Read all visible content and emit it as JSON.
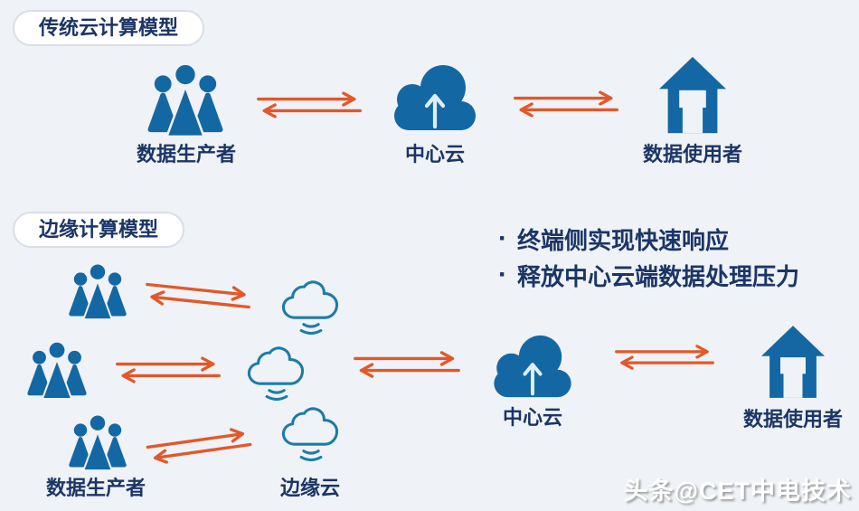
{
  "colors": {
    "bg": "#EFF2F6",
    "blue": "#1368A4",
    "navy": "#1B3566",
    "orange": "#E2582A",
    "teal": "#1C7CA6",
    "cloudarrow": "#DCEFFA",
    "pillbg": "#FFFFFF",
    "pillborder": "#D9DEE6",
    "watermark": "#FFFFFF"
  },
  "traditional": {
    "badge": "传统云计算模型",
    "producer": "数据生产者",
    "central_cloud": "中心云",
    "consumer": "数据使用者"
  },
  "edge": {
    "badge": "边缘计算模型",
    "bullet_marker": "·",
    "bullets": [
      "终端侧实现快速响应",
      "释放中心云端数据处理压力"
    ],
    "producer": "数据生产者",
    "edge_cloud": "边缘云",
    "central_cloud": "中心云",
    "consumer": "数据使用者"
  },
  "watermark": "头条@CET中电技术",
  "icons": {
    "people": "data-producers-icon",
    "cloud_solid": "central-cloud-icon",
    "cloud_outline": "edge-cloud-icon",
    "house": "data-consumer-icon",
    "arrows": "bidirectional-arrows-icon"
  }
}
